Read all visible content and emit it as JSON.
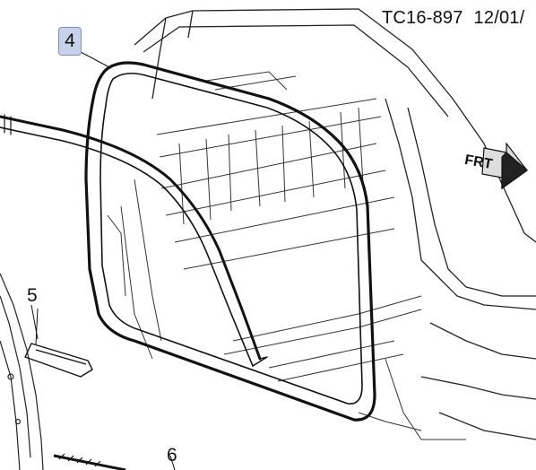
{
  "header": {
    "doc_code": "TC16-897",
    "date": "12/01/"
  },
  "callouts": {
    "seal": "4",
    "molding": "5",
    "bottom": "6"
  },
  "direction": {
    "label": "FRT",
    "icon": "forward-arrow-icon"
  },
  "colors": {
    "line": "#111111",
    "callout_highlight": "#c7d3ea"
  }
}
